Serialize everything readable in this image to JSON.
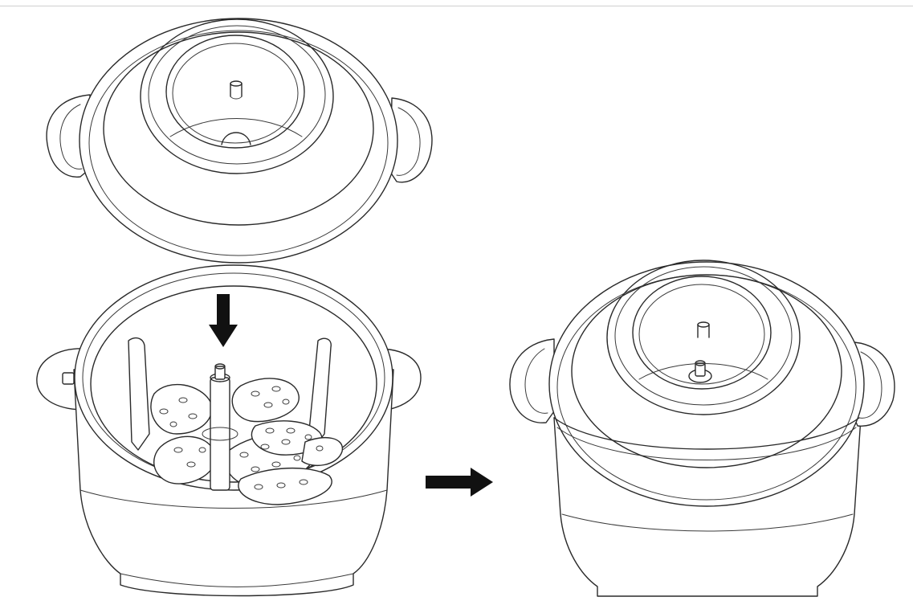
{
  "figure": {
    "steps": [
      {
        "id": "lid-above-bowl",
        "state": "before",
        "parts": [
          "lid",
          "blade-assembly",
          "bowl"
        ]
      },
      {
        "id": "lid-on-bowl",
        "state": "after",
        "parts": [
          "assembled-chopper"
        ]
      }
    ],
    "arrows": [
      {
        "id": "down-arrow",
        "direction": "down",
        "meaning": "place"
      },
      {
        "id": "right-arrow",
        "direction": "right",
        "meaning": "result"
      }
    ],
    "colors": {
      "line": "#2a2a2a",
      "arrow": "#111111",
      "background": "#ffffff",
      "rule": "#cfcfcf"
    }
  }
}
